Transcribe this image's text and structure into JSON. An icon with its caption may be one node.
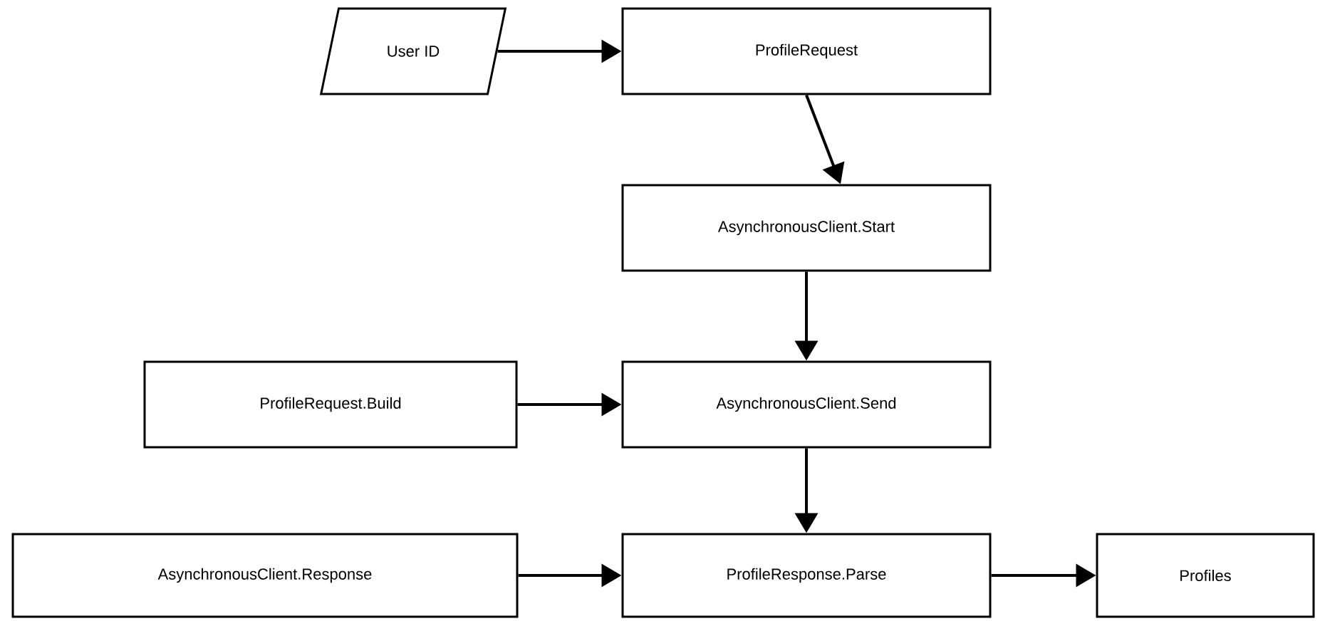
{
  "diagram": {
    "nodes": [
      {
        "text": [
          "User ID"
        ]
      },
      {
        "text": [
          "ProfileRequest"
        ]
      },
      {
        "text": [
          "AsynchronousClient.Start"
        ]
      },
      {
        "text": [
          "ProfileRequest.Build"
        ]
      },
      {
        "text": [
          "AsynchronousClient.Send"
        ]
      },
      {
        "text": [
          "AsynchronousClient.Response"
        ]
      },
      {
        "text": [
          "ProfileResponse.Parse"
        ]
      },
      {
        "text": [
          "Profiles"
        ]
      }
    ],
    "edges": [
      {
        "from": 0,
        "to": 1,
        "arrow": "to"
      },
      {
        "from": 1,
        "to": 2,
        "arrow": "to"
      },
      {
        "from": 2,
        "to": 4,
        "arrow": "to"
      },
      {
        "from": 3,
        "to": 4,
        "arrow": "to"
      },
      {
        "from": 4,
        "to": 6,
        "arrow": "to"
      },
      {
        "from": 5,
        "to": 6,
        "arrow": "to"
      },
      {
        "from": 6,
        "to": 7,
        "arrow": "to"
      }
    ]
  }
}
